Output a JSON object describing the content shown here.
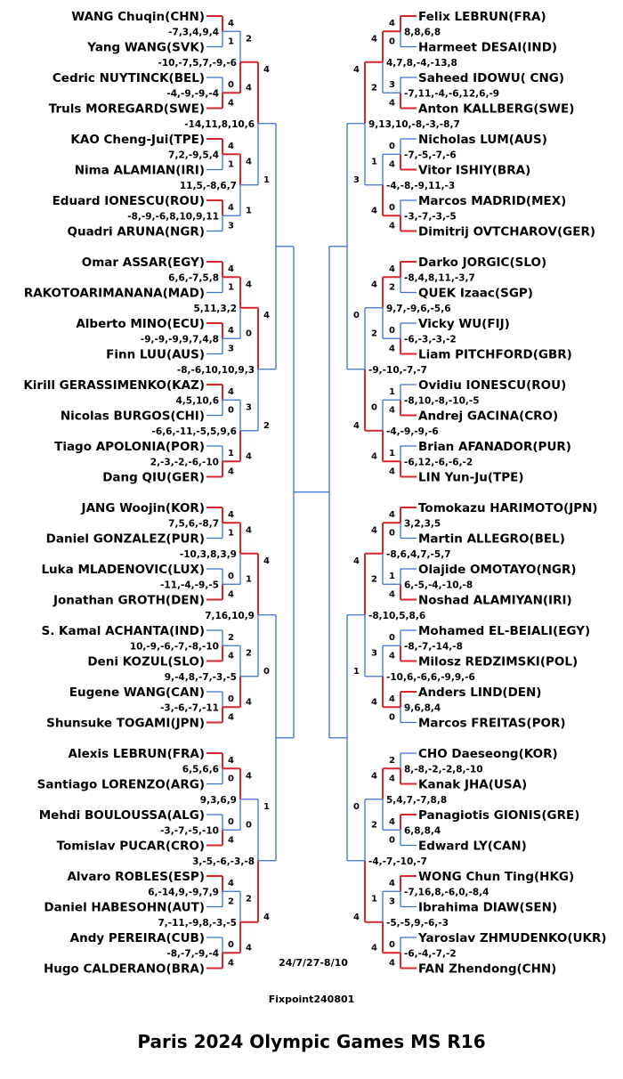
{
  "title": "Paris 2024 Olympic Games MS R16",
  "date_range": "24/7/27-8/10",
  "credit": "Fixpoint240801",
  "left": {
    "players": [
      "WANG Chuqin(CHN)",
      "Yang WANG(SVK)",
      "Cedric NUYTINCK(BEL)",
      "Truls MOREGARD(SWE)",
      "KAO Cheng-Jui(TPE)",
      "Nima ALAMIAN(IRI)",
      "Eduard IONESCU(ROU)",
      "Quadri ARUNA(NGR)",
      "Omar ASSAR(EGY)",
      "RAKOTOARIMANANA(MAD)",
      "Alberto MINO(ECU)",
      "Finn LUU(AUS)",
      "Kirill GERASSIMENKO(KAZ)",
      "Nicolas BURGOS(CHI)",
      "Tiago APOLONIA(POR)",
      "Dang QIU(GER)",
      "JANG Woojin(KOR)",
      "Daniel GONZALEZ(PUR)",
      "Luka MLADENOVIC(LUX)",
      "Jonathan GROTH(DEN)",
      "S. Kamal ACHANTA(IND)",
      "Deni KOZUL(SLO)",
      "Eugene WANG(CAN)",
      "Shunsuke TOGAMI(JPN)",
      "Alexis LEBRUN(FRA)",
      "Santiago LORENZO(ARG)",
      "Mehdi BOULOUSSA(ALG)",
      "Tomislav PUCAR(CRO)",
      "Alvaro ROBLES(ESP)",
      "Daniel HABESOHN(AUT)",
      "Andy PEREIRA(CUB)",
      "Hugo CALDERANO(BRA)"
    ],
    "r1": [
      {
        "scores": "-7,3,4,9,4",
        "top": "4",
        "bottom": "1",
        "winner": "top"
      },
      {
        "scores": "-4,-9,-9,-4",
        "top": "0",
        "bottom": "4",
        "winner": "bottom"
      },
      {
        "scores": "7,2,-9,5,4",
        "top": "4",
        "bottom": "1",
        "winner": "top"
      },
      {
        "scores": "-8,-9,-6,8,10,9,11",
        "top": "4",
        "bottom": "3",
        "winner": "top"
      },
      {
        "scores": "6,6,-7,5,8",
        "top": "4",
        "bottom": "1",
        "winner": "top"
      },
      {
        "scores": "-9,-9,-9,9,7,4,8",
        "top": "4",
        "bottom": "3",
        "winner": "top"
      },
      {
        "scores": "4,5,10,6",
        "top": "4",
        "bottom": "0",
        "winner": "top"
      },
      {
        "scores": "2,-3,-2,-6,-10",
        "top": "1",
        "bottom": "4",
        "winner": "bottom"
      },
      {
        "scores": "7,5,6,-8,7",
        "top": "4",
        "bottom": "1",
        "winner": "top"
      },
      {
        "scores": "-11,-4,-9,-5",
        "top": "0",
        "bottom": "4",
        "winner": "bottom"
      },
      {
        "scores": "10,-9,-6,-7,-8,-10",
        "top": "2",
        "bottom": "4",
        "winner": "bottom"
      },
      {
        "scores": "-3,-6,-7,-11",
        "top": "0",
        "bottom": "4",
        "winner": "bottom"
      },
      {
        "scores": "6,5,6,6",
        "top": "4",
        "bottom": "0",
        "winner": "top"
      },
      {
        "scores": "-3,-7,-5,-10",
        "top": "0",
        "bottom": "4",
        "winner": "bottom"
      },
      {
        "scores": "6,-14,9,-9,7,9",
        "top": "4",
        "bottom": "2",
        "winner": "top"
      },
      {
        "scores": "-8,-7,-9,-4",
        "top": "0",
        "bottom": "4",
        "winner": "bottom"
      }
    ],
    "r2": [
      {
        "scores": "-10,-7,5,7,-9,-6",
        "top": "2",
        "bottom": "4",
        "winner": "bottom"
      },
      {
        "scores": "11,5,-8,6,7",
        "top": "4",
        "bottom": "1",
        "winner": "top"
      },
      {
        "scores": "5,11,3,2",
        "top": "4",
        "bottom": "0",
        "winner": "top"
      },
      {
        "scores": "-6,6,-11,-5,5,9,6",
        "top": "3",
        "bottom": "4",
        "winner": "bottom"
      },
      {
        "scores": "-10,3,8,3,9",
        "top": "4",
        "bottom": "1",
        "winner": "top"
      },
      {
        "scores": "9,-4,8,-7,-3,-5",
        "top": "2",
        "bottom": "4",
        "winner": "bottom"
      },
      {
        "scores": "9,3,6,9",
        "top": "4",
        "bottom": "0",
        "winner": "top"
      },
      {
        "scores": "7,-11,-9,8,-3,-5",
        "top": "2",
        "bottom": "4",
        "winner": "bottom"
      }
    ],
    "r3": [
      {
        "scores": "-14,11,8,10,6",
        "top": "4",
        "bottom": "1",
        "winner": "top"
      },
      {
        "scores": "-8,-6,10,10,9,3",
        "top": "4",
        "bottom": "2",
        "winner": "top"
      },
      {
        "scores": "7,16,10,9",
        "top": "4",
        "bottom": "0",
        "winner": "top"
      },
      {
        "scores": "3,-5,-6,-3,-8",
        "top": "1",
        "bottom": "4",
        "winner": "bottom"
      }
    ]
  },
  "right": {
    "players": [
      "Felix LEBRUN(FRA)",
      "Harmeet DESAI(IND)",
      "Saheed IDOWU( CNG)",
      "Anton KALLBERG(SWE)",
      "Nicholas LUM(AUS)",
      "Vitor ISHIY(BRA)",
      "Marcos MADRID(MEX)",
      "Dimitrij OVTCHAROV(GER)",
      "Darko JORGIC(SLO)",
      "QUEK Izaac(SGP)",
      "Vicky WU(FIJ)",
      "Liam PITCHFORD(GBR)",
      "Ovidiu IONESCU(ROU)",
      "Andrej GACINA(CRO)",
      "Brian AFANADOR(PUR)",
      "LIN Yun-Ju(TPE)",
      "Tomokazu HARIMOTO(JPN)",
      "Martin ALLEGRO(BEL)",
      "Olajide OMOTAYO(NGR)",
      "Noshad ALAMIYAN(IRI)",
      "Mohamed EL-BEIALI(EGY)",
      "Milosz REDZIMSKI(POL)",
      "Anders LIND(DEN)",
      "Marcos FREITAS(POR)",
      "CHO Daeseong(KOR)",
      "Kanak JHA(USA)",
      "Panagiotis GIONIS(GRE)",
      "Edward LY(CAN)",
      "WONG Chun Ting(HKG)",
      "Ibrahima DIAW(SEN)",
      "Yaroslav ZHMUDENKO(UKR)",
      "FAN Zhendong(CHN)"
    ],
    "r1": [
      {
        "scores": "8,8,6,8",
        "top": "4",
        "bottom": "0",
        "winner": "top"
      },
      {
        "scores": "-7,11,-4,-6,12,6,-9",
        "top": "3",
        "bottom": "4",
        "winner": "bottom"
      },
      {
        "scores": "-7,-5,-7,-6",
        "top": "0",
        "bottom": "4",
        "winner": "bottom"
      },
      {
        "scores": "-3,-7,-3,-5",
        "top": "0",
        "bottom": "4",
        "winner": "bottom"
      },
      {
        "scores": "-8,4,8,11,-3,7",
        "top": "4",
        "bottom": "2",
        "winner": "top"
      },
      {
        "scores": "-6,-3,-3,-2",
        "top": "0",
        "bottom": "4",
        "winner": "bottom"
      },
      {
        "scores": "-8,10,-8,-10,-5",
        "top": "1",
        "bottom": "4",
        "winner": "bottom"
      },
      {
        "scores": "-6,12,-6,-6,-2",
        "top": "1",
        "bottom": "4",
        "winner": "bottom"
      },
      {
        "scores": "3,2,3,5",
        "top": "4",
        "bottom": "0",
        "winner": "top"
      },
      {
        "scores": "6,-5,-4,-10,-8",
        "top": "1",
        "bottom": "4",
        "winner": "bottom"
      },
      {
        "scores": "-8,-7,-14,-8",
        "top": "0",
        "bottom": "4",
        "winner": "bottom"
      },
      {
        "scores": "9,6,8,4",
        "top": "4",
        "bottom": "0",
        "winner": "top"
      },
      {
        "scores": "8,-8,-2,-2,8,-10",
        "top": "2",
        "bottom": "4",
        "winner": "bottom"
      },
      {
        "scores": "6,8,8,4",
        "top": "4",
        "bottom": "0",
        "winner": "top"
      },
      {
        "scores": "-7,16,8,-6,0,-8,4",
        "top": "4",
        "bottom": "3",
        "winner": "top"
      },
      {
        "scores": "-6,-4,-7,-2",
        "top": "0",
        "bottom": "4",
        "winner": "bottom"
      }
    ],
    "r2": [
      {
        "scores": "4,7,8,-4,-13,8",
        "top": "4",
        "bottom": "2",
        "winner": "top"
      },
      {
        "scores": "-4,-8,-9,11,-3",
        "top": "1",
        "bottom": "4",
        "winner": "bottom"
      },
      {
        "scores": "9,7,-9,6,-5,6",
        "top": "4",
        "bottom": "2",
        "winner": "top"
      },
      {
        "scores": "-4,-9,-9,-6",
        "top": "0",
        "bottom": "4",
        "winner": "bottom"
      },
      {
        "scores": "-8,6,4,7,-5,7",
        "top": "4",
        "bottom": "2",
        "winner": "top"
      },
      {
        "scores": "-10,6,-6,6,-9,9,-6",
        "top": "3",
        "bottom": "4",
        "winner": "bottom"
      },
      {
        "scores": "5,4,7,-7,8,8",
        "top": "4",
        "bottom": "2",
        "winner": "top"
      },
      {
        "scores": "-5,-5,9,-6,-3",
        "top": "1",
        "bottom": "4",
        "winner": "bottom"
      }
    ],
    "r3": [
      {
        "scores": "9,13,10,-8,-3,-8,7",
        "top": "4",
        "bottom": "3",
        "winner": "top"
      },
      {
        "scores": "-9,-10,-7,-7",
        "top": "0",
        "bottom": "4",
        "winner": "bottom"
      },
      {
        "scores": "-8,10,5,8,6",
        "top": "4",
        "bottom": "1",
        "winner": "top"
      },
      {
        "scores": "-4,-7,-10,-7",
        "top": "0",
        "bottom": "4",
        "winner": "bottom"
      }
    ]
  }
}
